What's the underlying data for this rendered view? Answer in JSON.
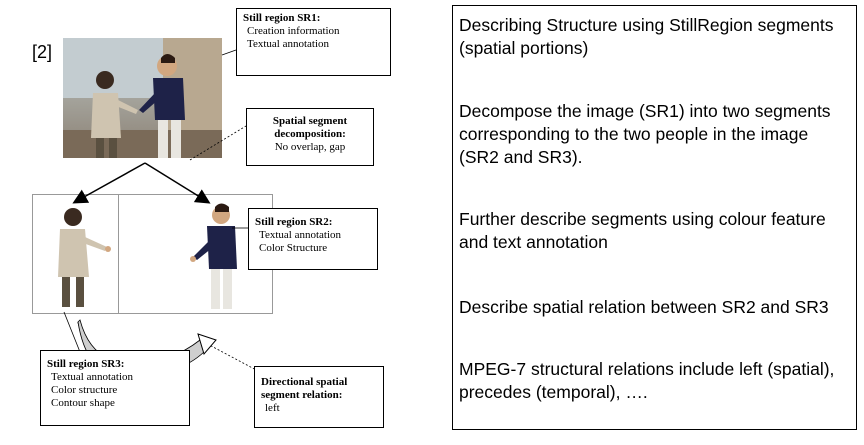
{
  "reference": "[2]",
  "labels": {
    "sr1": {
      "title": "Still region SR1:",
      "lines": [
        "Creation information",
        "Textual annotation"
      ]
    },
    "decomp": {
      "title": "Spatial segment decomposition:",
      "lines": [
        "No overlap, gap"
      ]
    },
    "sr2": {
      "title": "Still region SR2:",
      "lines": [
        "Textual annotation",
        "Color Structure"
      ]
    },
    "sr3": {
      "title": "Still region SR3:",
      "lines": [
        "Textual annotation",
        "Color structure",
        "Contour shape"
      ]
    },
    "relation": {
      "title": "Directional spatial segment relation:",
      "lines": [
        "left"
      ]
    }
  },
  "panel": {
    "paragraphs": [
      "Describing Structure using StillRegion segments (spatial portions)",
      "Decompose the image (SR1) into two segments corresponding to the two people in the image (SR2 and SR3).",
      "Further describe segments using colour feature and text annotation",
      "Describe spatial relation between SR2 and SR3",
      "MPEG-7 structural relations include left (spatial), precedes (temporal), …."
    ]
  }
}
